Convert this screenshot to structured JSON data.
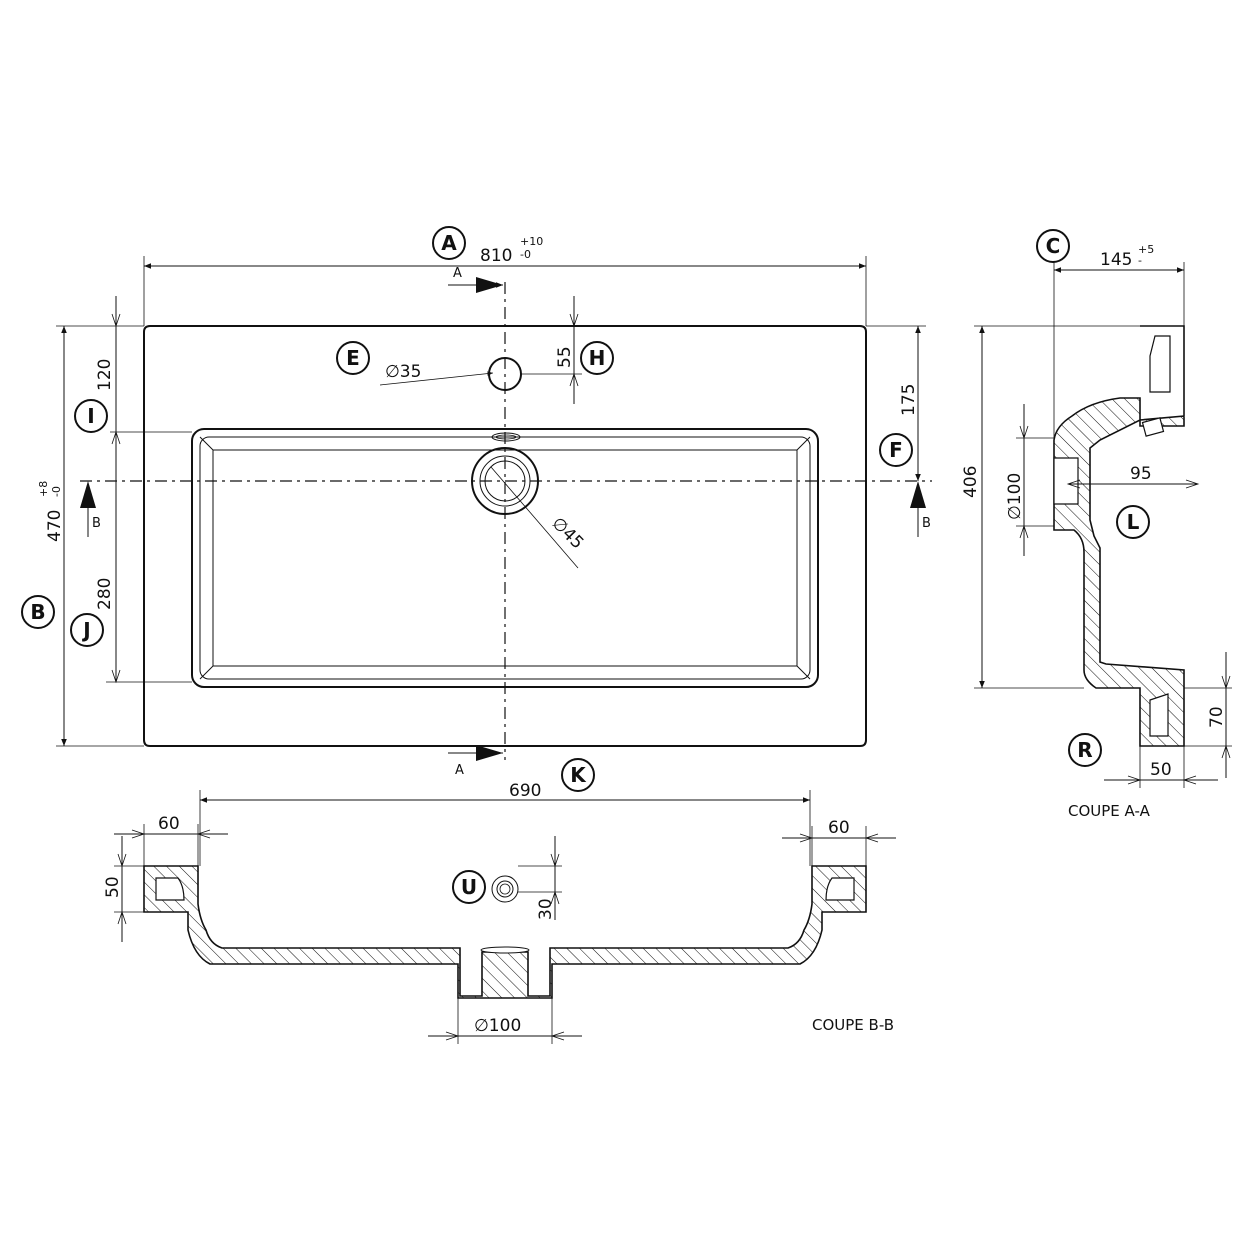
{
  "top_view": {
    "width_dim": "810",
    "width_tol_plus": "+10",
    "width_tol_minus": "-0",
    "depth_dim": "470",
    "depth_tol_plus": "+8",
    "depth_tol_minus": "-0",
    "basin_width_dim": "690",
    "dim_120": "120",
    "dim_280": "280",
    "dim_175": "175",
    "dim_55": "55",
    "tap_hole_dia": "∅35",
    "drain_dia": "∅45",
    "section_a": "A",
    "section_b": "B"
  },
  "section_aa": {
    "caption": "COUPE A-A",
    "depth_dim": "145",
    "depth_tol_plus": "+5",
    "depth_tol_minus": "-",
    "height_dim": "406",
    "drain_dia": "∅100",
    "dim_95": "95",
    "dim_70": "70",
    "dim_50": "50"
  },
  "section_bb": {
    "caption": "COUPE B-B",
    "dim_60_left": "60",
    "dim_60_right": "60",
    "dim_50": "50",
    "dim_30": "30",
    "drain_dia": "∅100"
  },
  "labels": [
    "A",
    "B",
    "C",
    "E",
    "F",
    "H",
    "I",
    "J",
    "K",
    "L",
    "R",
    "U"
  ]
}
